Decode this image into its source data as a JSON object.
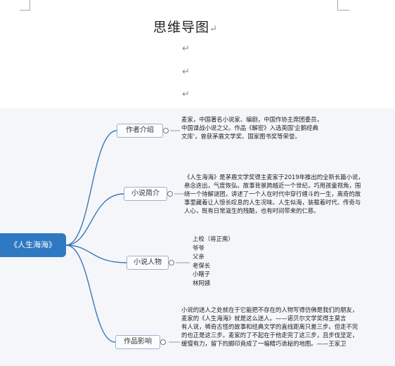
{
  "document": {
    "title": "思维导图",
    "paragraph_mark": "↵",
    "empty_lines": 3
  },
  "mindmap": {
    "root": "《人生海海》",
    "colors": {
      "root": "#2f79c2",
      "branch_border": "#9cb3cc",
      "connector": "#3a78b8",
      "background": "#f4f6f9"
    },
    "branches": [
      {
        "label": "作者介绍",
        "lines": [
          "麦家，中国著名小说家、编剧，中国作协主席团委员，",
          "中国谍战小说之父。作品《解密》入选英国'企鹅经典",
          "文库'，曾获茅盾文学奖、国家图书奖等荣誉。"
        ]
      },
      {
        "label": "小说简介",
        "lines": [
          "《人生海海》是茅盾文学奖得主麦家于2019年推出的全新长篇小说，",
          "悬念迭出，气度恢弘。故事背景跨越近一个世纪，巧用孩童视角，围",
          "绕一个待解谜团，讲述了一个人在时代中穿行缠斗的一生，离奇的故",
          "事里藏着让人惊长叹息的人生况味。人生似海，装载着时代、传奇与",
          "人心，既有日常滋生的残酷，也有时间带来的仁慈。"
        ]
      },
      {
        "label": "小说人物",
        "lines": [
          "上校（将正南）",
          "爷爷",
          "父亲",
          "老保长",
          "小瞎子",
          "林阿姨"
        ]
      },
      {
        "label": "作品影响",
        "lines": [
          "小说的迷人之处就在于它能把不存在的人物写得仿佛是我们的朋友，",
          "麦家的《人生海海》就是这么迷人。——诺贝尔文学奖得主莫言",
          "有人说，稀奇古怪的故事和经典文学的直线距离只差三步。但走不完",
          "的也正是这三步。麦家的了不起在于他走完了这三步，且步伐坚定，",
          "缓慢有力，留下的脚印竟成了一幅精巧诡秘的地图。——王家卫"
        ]
      }
    ]
  }
}
